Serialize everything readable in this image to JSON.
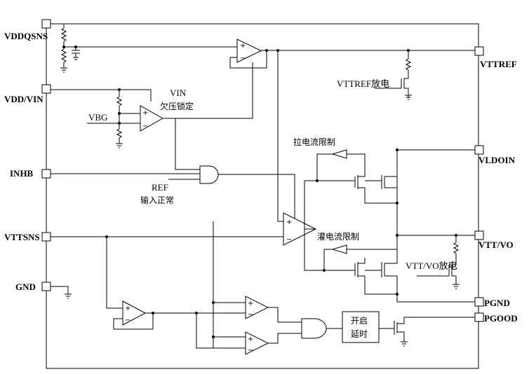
{
  "pins": {
    "vddqsns": "VDDQSNS",
    "vdd_vin": "VDD/VIN",
    "inhb": "INHB",
    "vttsns": "VTTSNS",
    "gnd": "GND",
    "vttref": "VTTREF",
    "vldoin": "VLDOIN",
    "vtt_vo": "VTT/VO",
    "pgnd": "PGND",
    "pgood": "PGOOD"
  },
  "labels": {
    "vin": "VIN",
    "uvlo": "欠压锁定",
    "vbg": "VBG",
    "ref": "REF",
    "input_ok": "输入正常",
    "vttref_discharge": "VTTREF放电",
    "source_limit": "拉电流限制",
    "sink_limit": "灌电流限制",
    "vtt_discharge": "VTT/VO放电",
    "delay_line1": "开启",
    "delay_line2": "延时"
  },
  "symbols": {
    "plus": "+",
    "minus": "−"
  }
}
